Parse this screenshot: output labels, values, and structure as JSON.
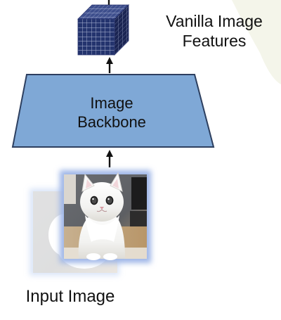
{
  "features": {
    "label_line1": "Vanilla Image",
    "label_line2": "Features"
  },
  "backbone": {
    "label_line1": "Image",
    "label_line2": "Backbone"
  },
  "input": {
    "label": "Input Image"
  },
  "colors": {
    "backbone_fill": "#7fa8d6",
    "backbone_stroke": "#2d3f5f",
    "cube_front": "#24346e",
    "cube_top": "#3e4f8d",
    "cube_side": "#1a2452",
    "cube_grid": "#c3cbe5",
    "arrow": "#111111",
    "background_wedge": "#f4f5ea",
    "image_glow": "#9eb6e7"
  },
  "icons": {
    "feature_cube": "feature-cube-icon",
    "input_image": "cat-image-icon"
  }
}
